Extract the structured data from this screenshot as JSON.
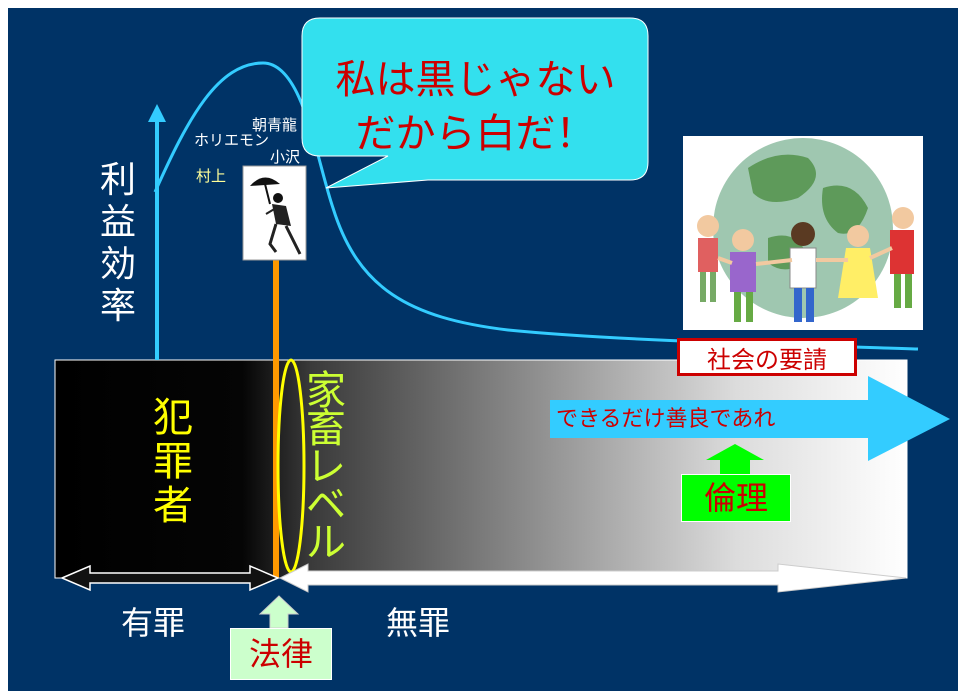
{
  "slide": {
    "speech_bubble": {
      "line1": "私は黒じゃない",
      "line2": "だから白だ！"
    },
    "y_axis_label": "利益効率",
    "names": {
      "asashoryu": "朝青龍",
      "horiemon": "ホリエモン",
      "ozawa": "小沢",
      "murakami": "村上"
    },
    "criminal_label": "犯罪者",
    "livestock_label": "家畜レベル",
    "society_demand_label": "社会の要請",
    "goodness_label": "できるだけ善良であれ",
    "ethics_label": "倫理",
    "law_label": "法律",
    "guilty_label": "有罪",
    "innocent_label": "無罪",
    "colors": {
      "background": "#003366",
      "curve": "#33ccff",
      "bubble": "#33e0ee",
      "criminal_text": "#ffff00",
      "livestock_text": "#ccff33",
      "legal_line": "#ff9900",
      "ethics_box": "#00ff00",
      "law_box": "#ccffcc",
      "big_arrow": "#33ccff"
    }
  }
}
